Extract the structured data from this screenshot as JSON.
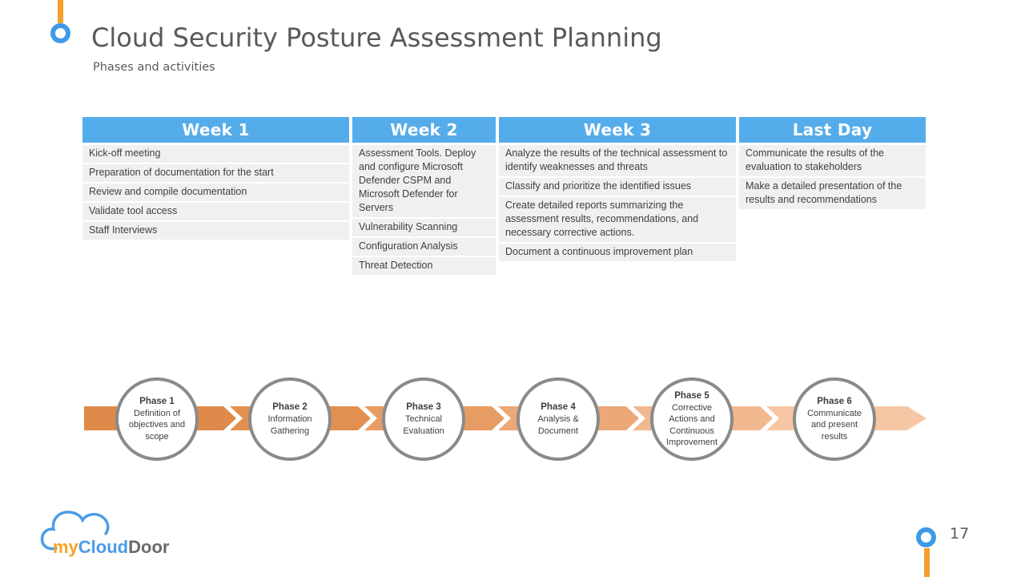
{
  "slide": {
    "title": "Cloud Security Posture Assessment Planning",
    "subtitle": "Phases and activities",
    "page_number": "17"
  },
  "table": {
    "columns": [
      {
        "header": "Week 1",
        "items": [
          "Kick-off meeting",
          "Preparation of documentation for the start",
          "Review and compile documentation",
          "Validate tool access",
          "Staff Interviews"
        ]
      },
      {
        "header": "Week 2",
        "items": [
          "Assessment Tools. Deploy and configure Microsoft Defender CSPM and Microsoft Defender for Servers",
          "Vulnerability Scanning",
          "Configuration Analysis",
          "Threat Detection"
        ]
      },
      {
        "header": "Week 3",
        "items": [
          "Analyze the results of the technical assessment to identify weaknesses and threats",
          "Classify and prioritize the identified issues",
          "Create detailed reports summarizing the assessment results, recommendations, and necessary corrective actions.",
          "Document a continuous improvement plan"
        ]
      },
      {
        "header": "Last Day",
        "items": [
          "Communicate the results of the evaluation to stakeholders",
          "Make a detailed presentation of the results and recommendations"
        ]
      }
    ]
  },
  "timeline": {
    "phases": [
      {
        "name": "Phase 1",
        "description": "Definition of objectives and scope"
      },
      {
        "name": "Phase 2",
        "description": "Information Gathering"
      },
      {
        "name": "Phase 3",
        "description": "Technical Evaluation"
      },
      {
        "name": "Phase 4",
        "description": "Analysis & Document"
      },
      {
        "name": "Phase 5",
        "description": "Corrective Actions and Continuous Improvement"
      },
      {
        "name": "Phase 6",
        "description": "Communicate and present results"
      }
    ],
    "segment_colors": [
      "#DF8A4B",
      "#E29052",
      "#E79C64",
      "#ECA877",
      "#F1B78F",
      "#F7C7A5"
    ]
  },
  "logo": {
    "part1": "my",
    "part2": "Cloud",
    "part3": "Door"
  },
  "colors": {
    "header_blue": "#55ACEA",
    "accent_blue": "#3E9AE8",
    "accent_orange": "#F5A02D",
    "cell_gray": "#F0F0F0",
    "text_dark": "#3E3E3E",
    "title_gray": "#595959",
    "circle_border": "#8A8A8A",
    "logo_orange": "#F6A324",
    "logo_blue": "#4A9BE8",
    "logo_gray": "#6A6A6A"
  }
}
